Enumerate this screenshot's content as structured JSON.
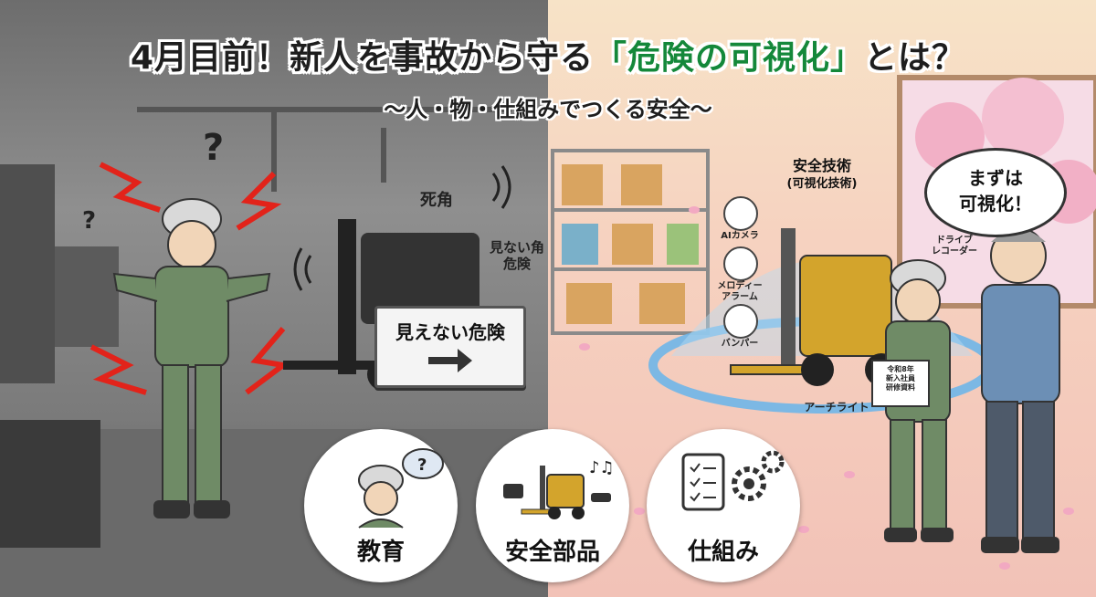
{
  "title": {
    "part1": "4月目前！新人を事故から守る",
    "accent": "「危険の可視化」",
    "part2": "とは？"
  },
  "subtitle": "〜人・物・仕組みでつくる安全〜",
  "left_scene": {
    "blind_spot_label": "死角",
    "hidden_danger_label_line1": "見ない角",
    "hidden_danger_label_line2": "危険",
    "sign_text": "見えない危険"
  },
  "right_scene": {
    "tech_title": "安全技術",
    "tech_subtitle": "(可視化技術)",
    "speech_line1": "まずは",
    "speech_line2": "可視化！",
    "items": {
      "ai_camera": "AIカメラ",
      "melody_alarm_line1": "メロディー",
      "melody_alarm_line2": "アラーム",
      "bumper": "バンパー",
      "drive_recorder_line1": "ドライブ",
      "drive_recorder_line2": "レコーダー",
      "arch_light": "アーチライト"
    },
    "clipboard_line1": "令和8年",
    "clipboard_line2": "新入社員",
    "clipboard_line3": "研修資料"
  },
  "pillars": [
    {
      "label": "教育"
    },
    {
      "label": "安全部品"
    },
    {
      "label": "仕組み"
    }
  ],
  "colors": {
    "accent_green": "#14883a",
    "danger_red": "#e2231a",
    "worker_green": "#7d9a72",
    "arch_light_blue": "#6fb6e8"
  }
}
